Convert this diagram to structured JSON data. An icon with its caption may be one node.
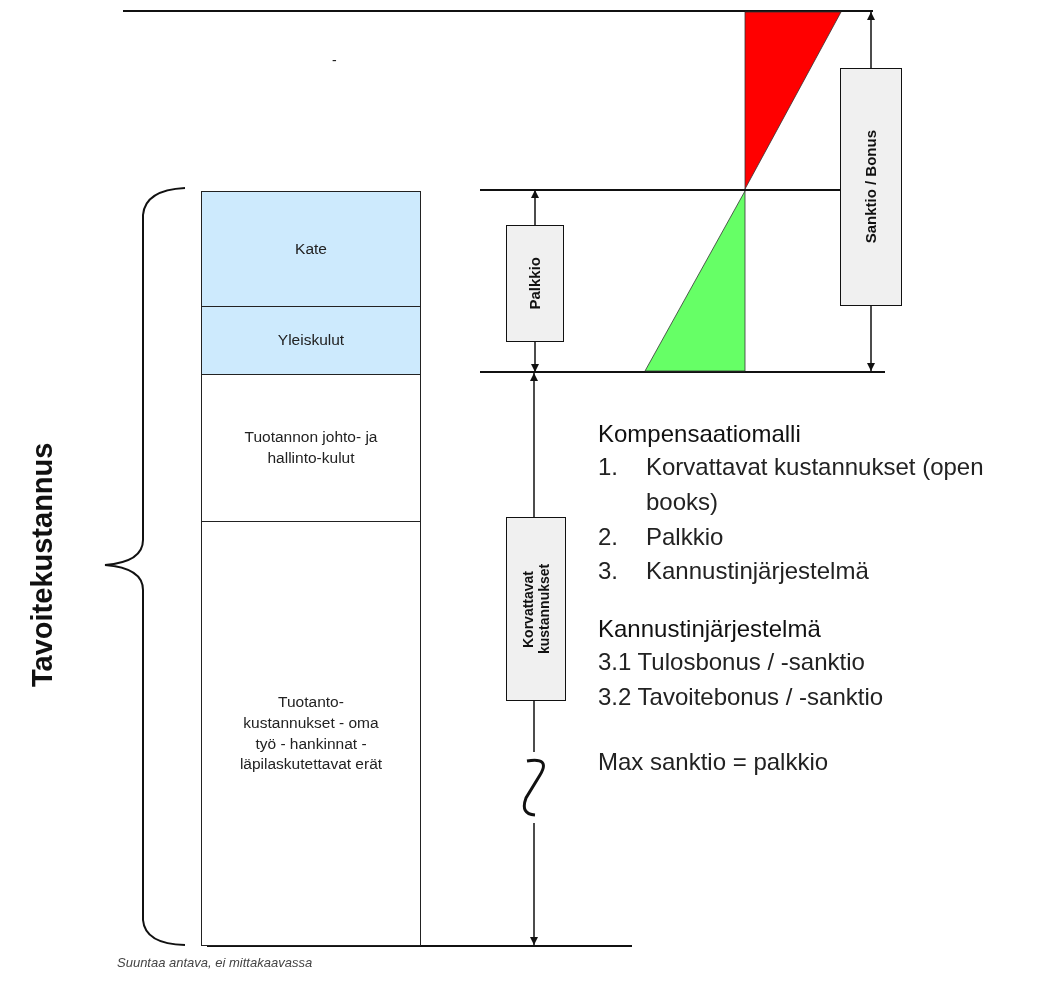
{
  "diagram": {
    "caption": "Suuntaa antava, ei mittakaavassa",
    "nodes": [
      {
        "text": [
          "Kate"
        ]
      },
      {
        "text": [
          "Yleiskulut"
        ]
      },
      {
        "text": [
          "Tuotannon johto- ja hallinto-kulut"
        ]
      },
      {
        "text": [
          "Tuotanto-kustannukset - oma työ - hankinnat - läpilaskutettavat erät"
        ]
      },
      {
        "text": [
          "Palkkio"
        ]
      },
      {
        "text": [
          "Sanktio / Bonus"
        ]
      },
      {
        "text": [
          "Korvattavat kustannukset"
        ]
      },
      {
        "text": [],
        "shape": "triangle"
      },
      {
        "text": [],
        "shape": "triangle"
      }
    ],
    "labels": [
      "-",
      "Tavoitekustannus",
      "Kompensaatiomalli",
      "1.",
      "Korvattavat kustannukset (open books)",
      "2.",
      "Palkkio",
      "3.",
      "Kannustinjärjestelmä",
      "Kannustinjärjestelmä",
      "3.1 Tulosbonus / -sanktio",
      "3.2 Tavoitebonus / -sanktio",
      "Max sanktio = palkkio"
    ]
  }
}
